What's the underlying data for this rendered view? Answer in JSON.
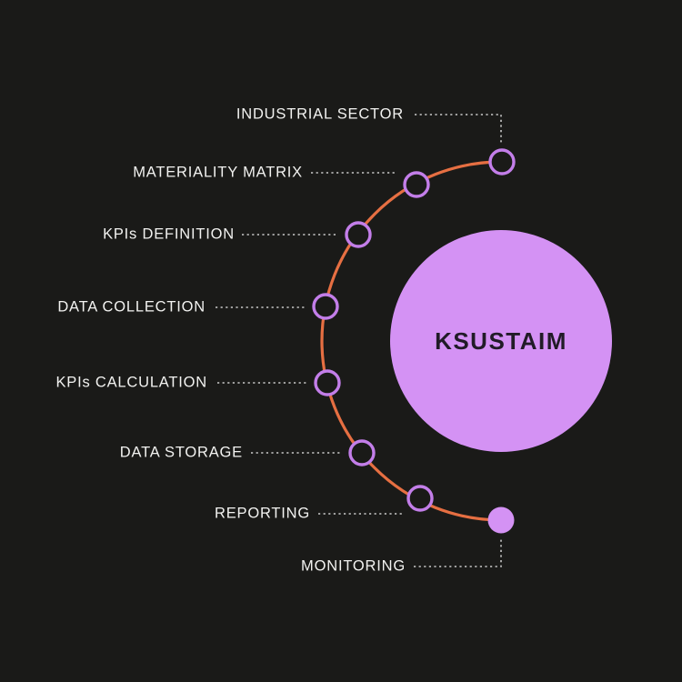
{
  "center": {
    "label": "KSUSTAIM"
  },
  "steps": [
    {
      "label": "INDUSTRIAL SECTOR"
    },
    {
      "label": "MATERIALITY MATRIX"
    },
    {
      "label": "KPIs DEFINITION"
    },
    {
      "label": "DATA COLLECTION"
    },
    {
      "label": "KPIs CALCULATION"
    },
    {
      "label": "DATA STORAGE"
    },
    {
      "label": "REPORTING"
    },
    {
      "label": "MONITORING"
    }
  ],
  "colors": {
    "background": "#1a1a18",
    "arc": "#e66f42",
    "node_ring": "#c37ee9",
    "node_filled": "#d492f4",
    "leader": "#c9c9c9",
    "bubble": "#d492f4",
    "bubble_text": "#211b27",
    "label_text": "#f2f2f0"
  }
}
